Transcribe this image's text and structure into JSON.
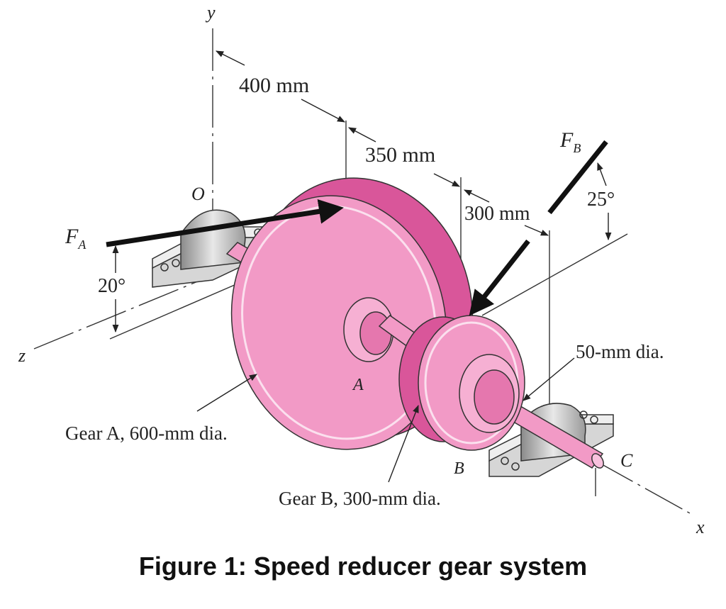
{
  "diagram": {
    "axes": {
      "y": "y",
      "z": "z",
      "x": "x",
      "origin": "O"
    },
    "dimensions": {
      "d1": "400 mm",
      "d2": "350 mm",
      "d3": "300 mm"
    },
    "forces": {
      "fa_main": "F",
      "fa_sub": "A",
      "fa_angle": "20°",
      "fb_main": "F",
      "fb_sub": "B",
      "fb_angle": "25°"
    },
    "gears": {
      "a_letter": "A",
      "b_letter": "B",
      "c_letter": "C",
      "gear_a_desc": "Gear A, 600-mm dia.",
      "gear_b_desc": "Gear B, 300-mm dia.",
      "shaft_desc": "50-mm dia."
    },
    "colors": {
      "gear": "#f29ac6",
      "gear_dark": "#d9569a",
      "gear_light": "#f8c1dd",
      "bearing": "#b8b8b8"
    }
  },
  "caption": "Figure 1: Speed reducer gear system"
}
